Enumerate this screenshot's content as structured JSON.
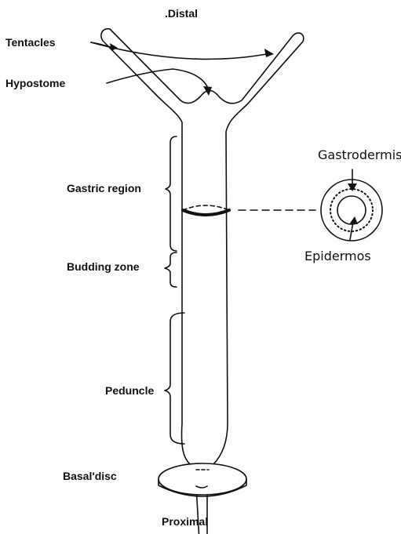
{
  "diagram": {
    "top_label": ".Distal",
    "bottom_label": "Proximal",
    "labels": {
      "tentacles": "Tentacles",
      "hypostome": "Hypostome",
      "gastric_region": "Gastric region",
      "budding_zone": "Budding zone",
      "peduncle": "Peduncle",
      "basal_disc": "Basal'disc"
    },
    "cross_section": {
      "outer_layer": "Gastrodermis",
      "inner_layer": "Epidermos"
    },
    "colors": {
      "ink": "#111111",
      "background": "#ffffff"
    }
  }
}
